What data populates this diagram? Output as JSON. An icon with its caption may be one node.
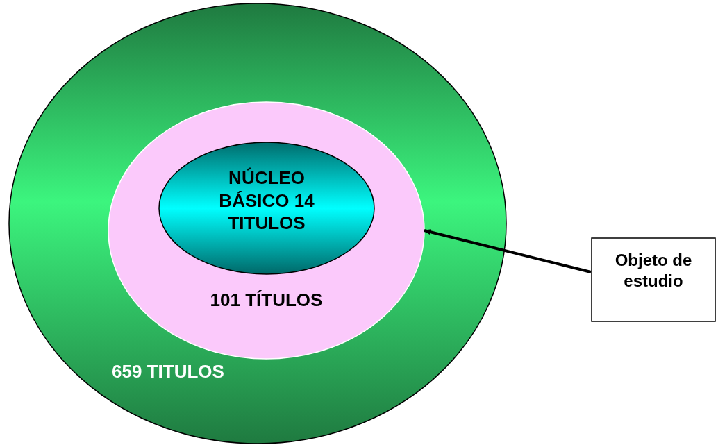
{
  "diagram": {
    "nodes": [
      {
        "text": [
          "659 TITULOS"
        ]
      },
      {
        "text": [
          "101 TÍTULOS"
        ],
        "in": 0
      },
      {
        "text": [
          "NÚCLEO BÁSICO 14 TITULOS"
        ],
        "in": 1
      },
      {
        "text": [
          "Objeto de estudio"
        ]
      }
    ],
    "edges": [
      {
        "from": 3,
        "to": 1,
        "arrow": "to"
      }
    ]
  }
}
